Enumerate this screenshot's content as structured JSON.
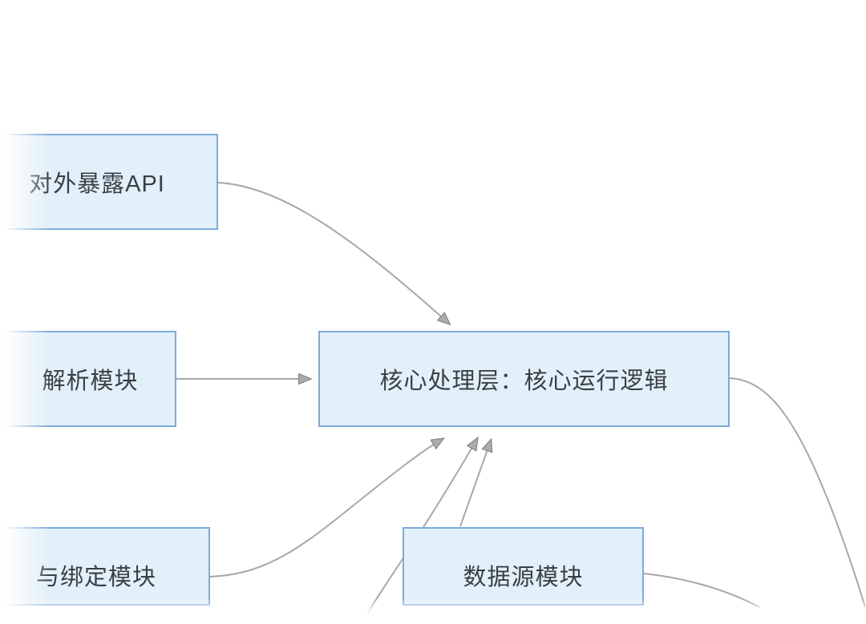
{
  "diagram": {
    "nodes": [
      {
        "id": "api",
        "label": "对外暴露API"
      },
      {
        "id": "parser",
        "label": "解析模块"
      },
      {
        "id": "binding",
        "label": "与绑定模块"
      },
      {
        "id": "core",
        "label": "核心处理层：核心运行逻辑"
      },
      {
        "id": "datasource",
        "label": "数据源模块"
      }
    ],
    "edges": [
      {
        "from": "对外暴露API",
        "to": "核心处理层：核心运行逻辑",
        "arrow": true
      },
      {
        "from": "解析模块",
        "to": "核心处理层：核心运行逻辑",
        "arrow": true
      },
      {
        "from": "与绑定模块",
        "to": "核心处理层：核心运行逻辑",
        "arrow": true
      },
      {
        "from": "数据源模块",
        "to": "核心处理层：核心运行逻辑",
        "arrow": true
      },
      {
        "from": "offscreen-bottom-left",
        "to": "核心处理层：核心运行逻辑",
        "arrow": true
      },
      {
        "from": "核心处理层：核心运行逻辑",
        "to": "offscreen-bottom-right",
        "arrow": false
      },
      {
        "from": "数据源模块",
        "to": "offscreen-bottom-right",
        "arrow": false
      }
    ],
    "colors": {
      "node_fill": "#e2f0fa",
      "node_border": "#7fa9dc",
      "edge_line": "#a8a8a8",
      "arrowhead_fill": "#ababab",
      "arrowhead_stroke": "#858585",
      "text": "#3a3f45",
      "background": "#ffffff"
    }
  }
}
